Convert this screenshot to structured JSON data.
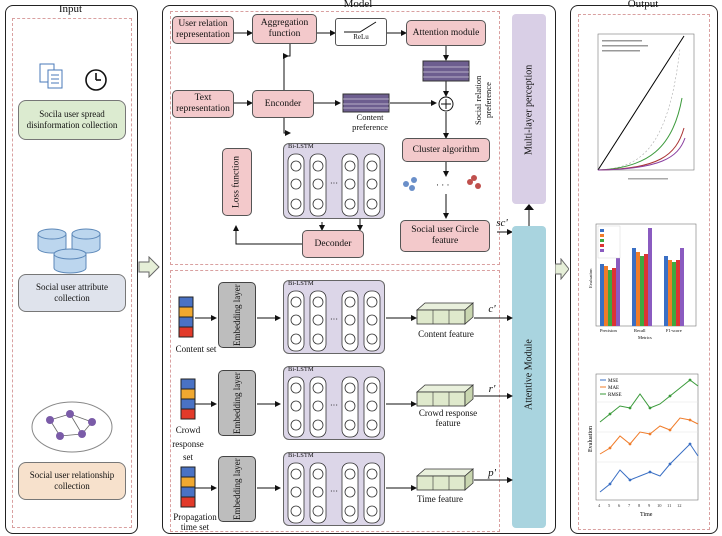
{
  "input": {
    "title": "Input",
    "spread_label": "Socila user spread disinformation collection",
    "attribute_label": "Social user attribute collection",
    "relationship_label": "Social user relationship collection"
  },
  "model": {
    "title": "Model",
    "user_relation": "User relation representation",
    "aggregation": "Aggregation function",
    "relu": "ReLu",
    "attention": "Attention module",
    "text_repr": "Text representation",
    "encoder": "Enconder",
    "content_pref": "Content preference",
    "social_pref": "Social relation preference",
    "loss": "Loss function",
    "bilstm": "Bi-LSTM",
    "cluster": "Cluster algorithm",
    "decoder": "Deconder",
    "circle": "Social user Circle feature",
    "sc_prime": "sc'",
    "embedding": "Embedding layer",
    "content_set": "Content set",
    "content_feature": "Content feature",
    "c_prime": "c'",
    "crowd_set": "Crowd response set",
    "crowd_feature": "Crowd response feature",
    "r_prime": "r'",
    "time_set": "Propagation time set",
    "time_feature": "Time feature",
    "p_prime": "p'",
    "mlp": "Multi-layer perception",
    "attentive": "Attentive Module",
    "ellipsis": "· · ·"
  },
  "output": {
    "title": "Output",
    "chart3_legend": [
      "MSE",
      "MAE",
      "RMSE"
    ],
    "chart3_ylabel": "Evaluation",
    "chart3_xlabel": "Time",
    "chart2_ylabel": "Evaluation",
    "chart2_xlabel": "Metrics",
    "chart2_categories": [
      "Precision",
      "Recall",
      "F1-score"
    ]
  },
  "colors": {
    "pink": "#f3c9cb",
    "lavender": "#d9cfe6",
    "teal": "#a9d4df",
    "grey": "#bdbdbd"
  }
}
